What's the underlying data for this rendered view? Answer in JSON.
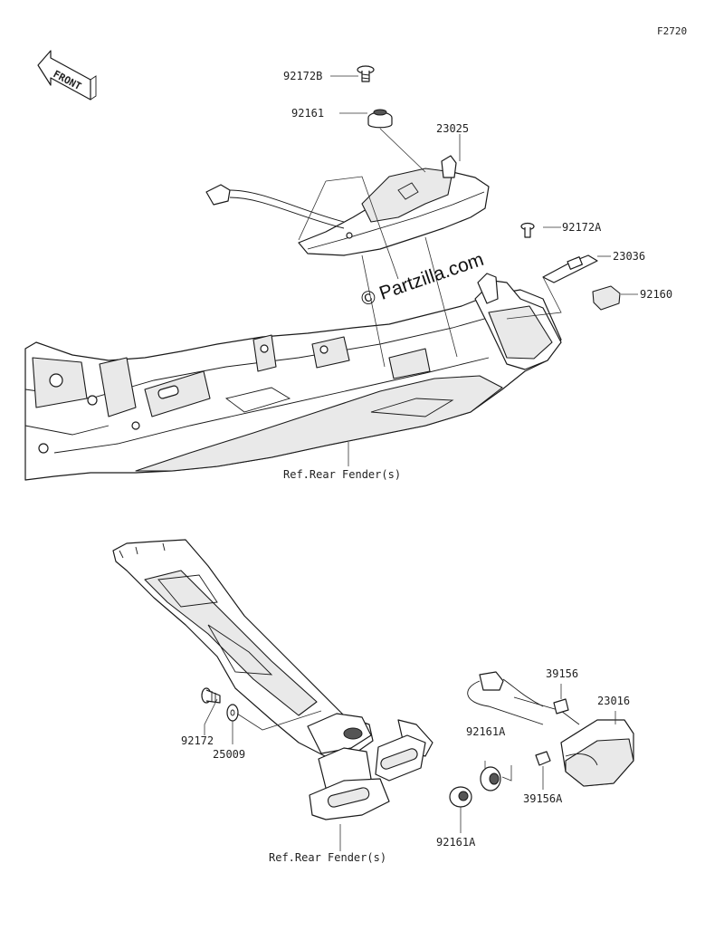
{
  "figure_code": "F2720",
  "front_marker": "FRONT",
  "watermark": "© Partzilla.com",
  "labels": {
    "p92172B": "92172B",
    "p92161": "92161",
    "p23025": "23025",
    "p92172A": "92172A",
    "p23036": "23036",
    "p92160": "92160",
    "ref_top": "Ref.Rear Fender(s)",
    "p39156": "39156",
    "p23016": "23016",
    "p92161A_upper": "92161A",
    "p92172": "92172",
    "p25009": "25009",
    "p39156A": "39156A",
    "p92161A_lower": "92161A",
    "ref_bottom": "Ref.Rear Fender(s)"
  }
}
